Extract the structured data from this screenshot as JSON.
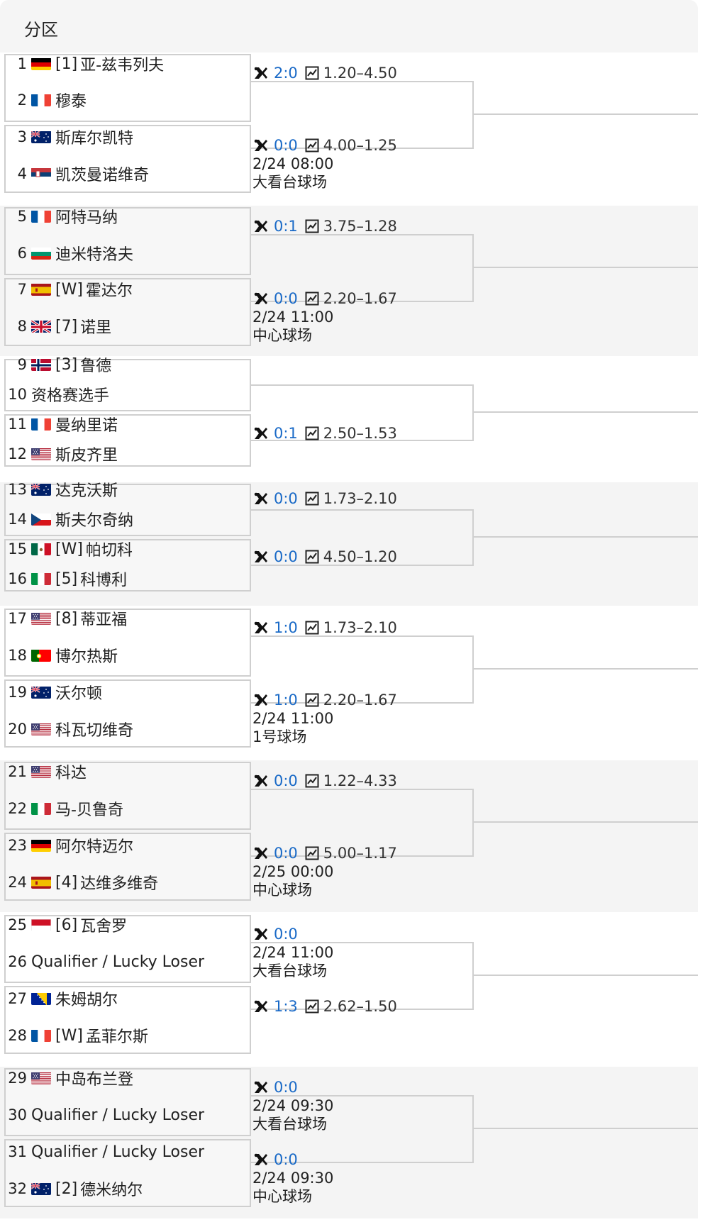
{
  "header": {
    "title": "分区"
  },
  "icons": {
    "h2h": "crossed-rackets-icon",
    "odds": "line-chart-icon"
  },
  "colors": {
    "score": "#1a6ac7",
    "border": "#cfcfcf",
    "band_gray": "#f4f4f4"
  },
  "groups": [
    {
      "players": [
        {
          "num": "1",
          "flag": "germany",
          "seed": "[1]",
          "name": "亚-兹韦列夫"
        },
        {
          "num": "2",
          "flag": "france",
          "seed": "",
          "name": "穆泰"
        },
        {
          "num": "3",
          "flag": "australia",
          "seed": "",
          "name": "斯库尔凯特"
        },
        {
          "num": "4",
          "flag": "serbia",
          "seed": "",
          "name": "凯茨曼诺维奇"
        }
      ],
      "matches": [
        {
          "score": "2:0",
          "odds": "1.20–4.50",
          "time": "",
          "court": ""
        },
        {
          "score": "0:0",
          "odds": "4.00–1.25",
          "time": "2/24 08:00",
          "court": "大看台球场"
        }
      ]
    },
    {
      "players": [
        {
          "num": "5",
          "flag": "france",
          "seed": "",
          "name": "阿特马纳"
        },
        {
          "num": "6",
          "flag": "bulgaria",
          "seed": "",
          "name": "迪米特洛夫"
        },
        {
          "num": "7",
          "flag": "spain",
          "seed": "[W]",
          "name": "霍达尔"
        },
        {
          "num": "8",
          "flag": "uk",
          "seed": "[7]",
          "name": "诺里"
        }
      ],
      "matches": [
        {
          "score": "0:1",
          "odds": "3.75–1.28",
          "time": "",
          "court": ""
        },
        {
          "score": "0:0",
          "odds": "2.20–1.67",
          "time": "2/24 11:00",
          "court": "中心球场"
        }
      ]
    },
    {
      "players": [
        {
          "num": "9",
          "flag": "norway",
          "seed": "[3]",
          "name": "鲁德"
        },
        {
          "num": "10",
          "flag": "none",
          "seed": "",
          "name": "资格赛选手"
        },
        {
          "num": "11",
          "flag": "france",
          "seed": "",
          "name": "曼纳里诺"
        },
        {
          "num": "12",
          "flag": "usa",
          "seed": "",
          "name": "斯皮齐里"
        }
      ],
      "matches": [
        {
          "score": "",
          "odds": "",
          "time": "",
          "court": ""
        },
        {
          "score": "0:1",
          "odds": "2.50–1.53",
          "time": "",
          "court": ""
        }
      ]
    },
    {
      "players": [
        {
          "num": "13",
          "flag": "australia",
          "seed": "",
          "name": "达克沃斯"
        },
        {
          "num": "14",
          "flag": "czech",
          "seed": "",
          "name": "斯夫尔奇纳"
        },
        {
          "num": "15",
          "flag": "mexico",
          "seed": "[W]",
          "name": "帕切科"
        },
        {
          "num": "16",
          "flag": "italy",
          "seed": "[5]",
          "name": "科博利"
        }
      ],
      "matches": [
        {
          "score": "0:0",
          "odds": "1.73–2.10",
          "time": "",
          "court": ""
        },
        {
          "score": "0:0",
          "odds": "4.50–1.20",
          "time": "",
          "court": ""
        }
      ]
    },
    {
      "players": [
        {
          "num": "17",
          "flag": "usa",
          "seed": "[8]",
          "name": "蒂亚福"
        },
        {
          "num": "18",
          "flag": "portugal",
          "seed": "",
          "name": "博尔热斯"
        },
        {
          "num": "19",
          "flag": "australia",
          "seed": "",
          "name": "沃尔顿"
        },
        {
          "num": "20",
          "flag": "usa",
          "seed": "",
          "name": "科瓦切维奇"
        }
      ],
      "matches": [
        {
          "score": "1:0",
          "odds": "1.73–2.10",
          "time": "",
          "court": ""
        },
        {
          "score": "1:0",
          "odds": "2.20–1.67",
          "time": "2/24 11:00",
          "court": "1号球场"
        }
      ]
    },
    {
      "players": [
        {
          "num": "21",
          "flag": "usa",
          "seed": "",
          "name": "科达"
        },
        {
          "num": "22",
          "flag": "italy",
          "seed": "",
          "name": "马-贝鲁奇"
        },
        {
          "num": "23",
          "flag": "germany",
          "seed": "",
          "name": "阿尔特迈尔"
        },
        {
          "num": "24",
          "flag": "spain",
          "seed": "[4]",
          "name": "达维多维奇"
        }
      ],
      "matches": [
        {
          "score": "0:0",
          "odds": "1.22–4.33",
          "time": "",
          "court": ""
        },
        {
          "score": "0:0",
          "odds": "5.00–1.17",
          "time": "2/25 00:00",
          "court": "中心球场"
        }
      ]
    },
    {
      "players": [
        {
          "num": "25",
          "flag": "monaco",
          "seed": "[6]",
          "name": "瓦舍罗"
        },
        {
          "num": "26",
          "flag": "none",
          "seed": "",
          "name": "Qualifier / Lucky Loser"
        },
        {
          "num": "27",
          "flag": "bosnia",
          "seed": "",
          "name": "朱姆胡尔"
        },
        {
          "num": "28",
          "flag": "france",
          "seed": "[W]",
          "name": "孟菲尔斯"
        }
      ],
      "matches": [
        {
          "score": "0:0",
          "odds": "",
          "time": "2/24 11:00",
          "court": "大看台球场"
        },
        {
          "score": "1:3",
          "odds": "2.62–1.50",
          "time": "",
          "court": ""
        }
      ]
    },
    {
      "players": [
        {
          "num": "29",
          "flag": "usa",
          "seed": "",
          "name": "中岛布兰登"
        },
        {
          "num": "30",
          "flag": "none",
          "seed": "",
          "name": "Qualifier / Lucky Loser"
        },
        {
          "num": "31",
          "flag": "none",
          "seed": "",
          "name": "Qualifier / Lucky Loser"
        },
        {
          "num": "32",
          "flag": "australia",
          "seed": "[2]",
          "name": "德米纳尔"
        }
      ],
      "matches": [
        {
          "score": "0:0",
          "odds": "",
          "time": "2/24 09:30",
          "court": "大看台球场"
        },
        {
          "score": "0:0",
          "odds": "",
          "time": "2/24 09:30",
          "court": "中心球场"
        }
      ]
    }
  ]
}
